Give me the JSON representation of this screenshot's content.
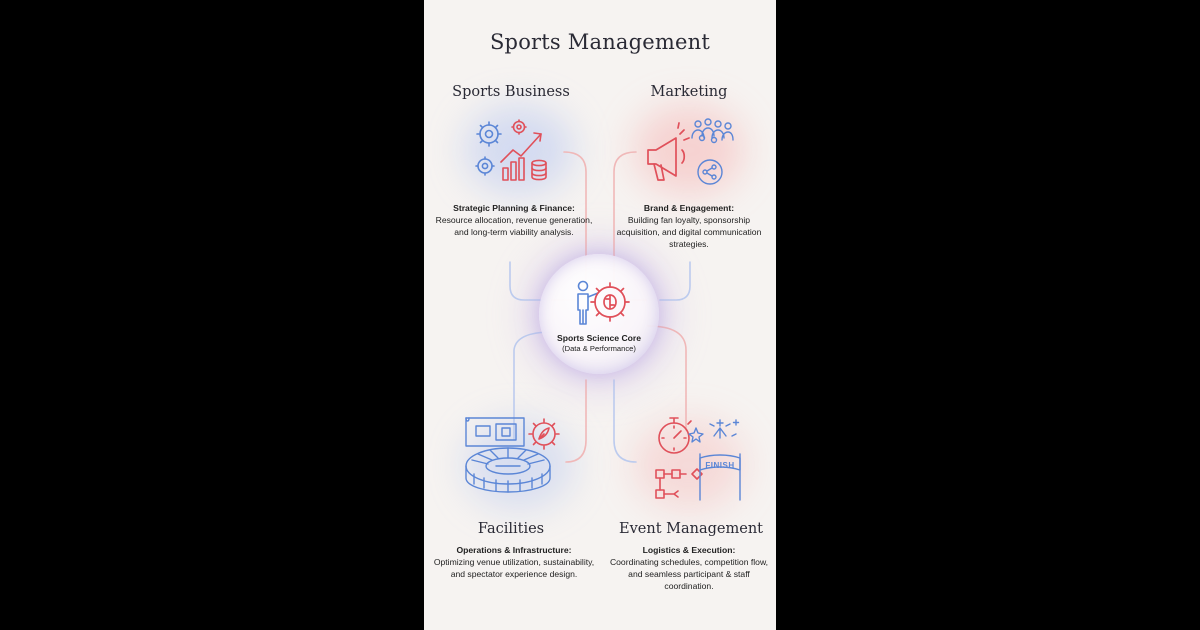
{
  "title": "Sports Management",
  "colors": {
    "accent_red": "#e0505a",
    "accent_blue": "#5b86d6",
    "line_red": "#f0b3b3",
    "line_blue": "#b7c7ec"
  },
  "core": {
    "label": "Sports Science Core",
    "sub": "(Data & Performance)",
    "icon": "coach-brain-gear-icon"
  },
  "quadrants": {
    "business": {
      "heading": "Sports Business",
      "lead": "Strategic Planning & Finance:",
      "body": "Resource allocation, revenue generation, and long-term viability analysis.",
      "icon": "gears-growth-chart-icon"
    },
    "marketing": {
      "heading": "Marketing",
      "lead": "Brand & Engagement:",
      "body": "Building fan loyalty, sponsorship acquisition, and digital communication strategies.",
      "icon": "megaphone-crowd-share-icon"
    },
    "facilities": {
      "heading": "Facilities",
      "lead": "Operations & Infrastructure:",
      "body": "Optimizing venue utilization, sustainability, and spectator experience design.",
      "icon": "stadium-blueprint-icon"
    },
    "events": {
      "heading": "Event Management",
      "lead": "Logistics & Execution:",
      "body": "Coordinating schedules, competition flow, and seamless participant & staff coordination.",
      "icon": "stopwatch-flowchart-finish-icon",
      "banner_text": "FINISH"
    }
  }
}
